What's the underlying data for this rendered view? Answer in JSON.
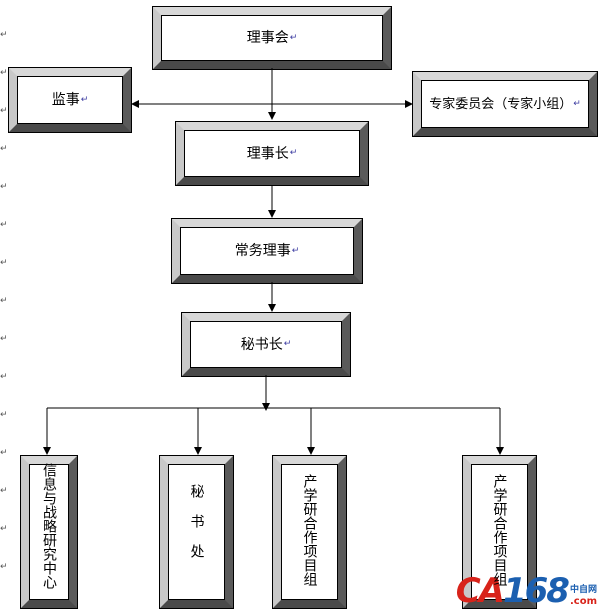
{
  "nodes": {
    "board": "理事会",
    "supervisor": "监事",
    "experts": "专家委员会（专家小组）",
    "chairman": "理事长",
    "executive": "常务理事",
    "secretary_general": "秘书长",
    "info_center": "信息与战略研究中心",
    "secretariat": "秘 书 处",
    "project_group_1": "产学研合作项目组",
    "project_group_2": "产学研合作项目组"
  },
  "para_mark": "↵",
  "logo": {
    "brand_a": "CA",
    "brand_b": "168",
    "side_text": "中自网",
    "side_dot": ".com"
  }
}
